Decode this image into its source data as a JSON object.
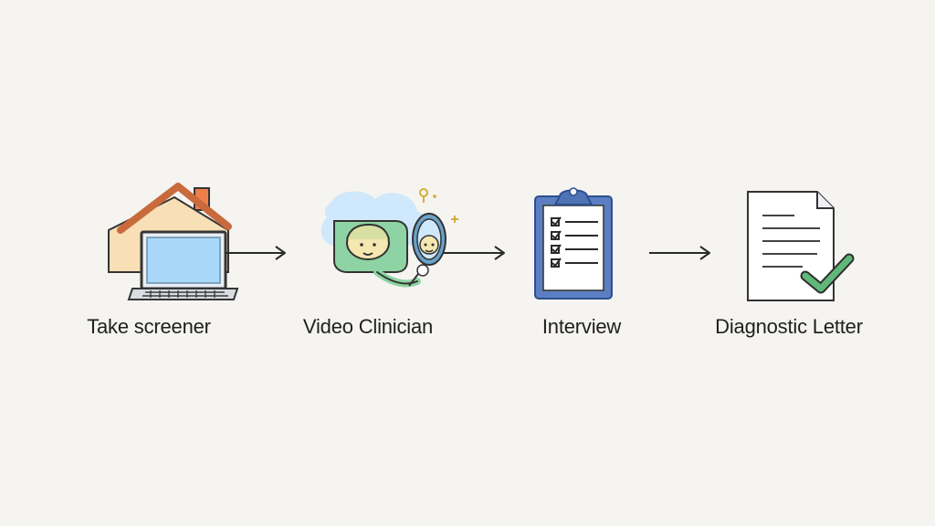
{
  "steps": [
    {
      "label": "Take screener",
      "icon": "house-laptop-icon"
    },
    {
      "label": "Video Clinician",
      "icon": "video-call-icon"
    },
    {
      "label": "Interview",
      "icon": "clipboard-checklist-icon"
    },
    {
      "label": "Diagnostic Letter",
      "icon": "document-check-icon"
    }
  ],
  "colors": {
    "background": "#f5f4f0",
    "text": "#1f1f1f",
    "house_roof": "#c96a3d",
    "house_wall": "#f8dfb6",
    "screen": "#a8d7f8",
    "laptop_base": "#d9dde2",
    "video_blue": "#cfe8fb",
    "video_green": "#8ed3a3",
    "clipboard_blue": "#5b7fc2",
    "check_green": "#5fb878"
  }
}
